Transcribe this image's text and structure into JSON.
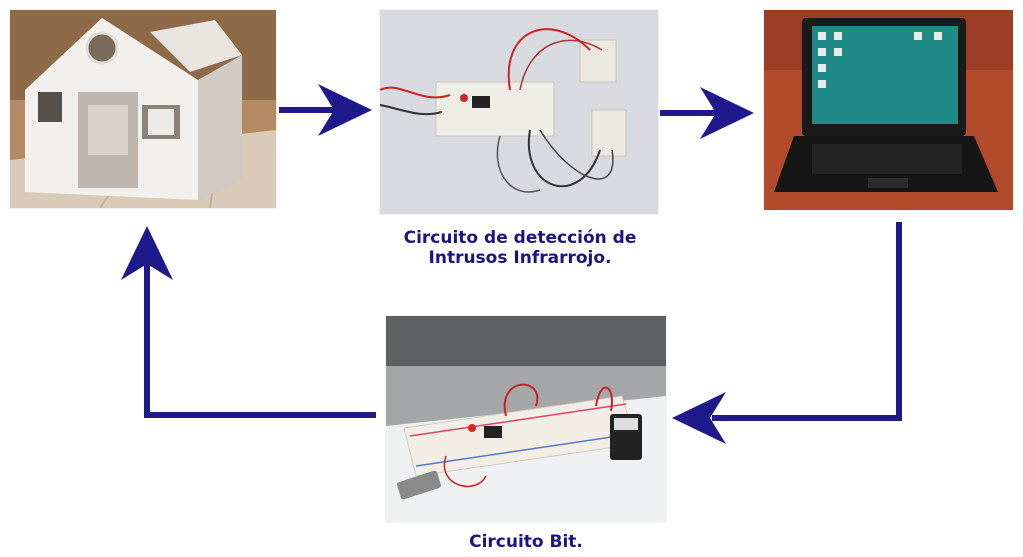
{
  "nodes": [
    {
      "id": "house",
      "caption": ""
    },
    {
      "id": "ir_circuit",
      "caption": [
        "Circuito de detección de",
        "Intrusos Infrarrojo."
      ]
    },
    {
      "id": "laptop",
      "caption": ""
    },
    {
      "id": "bit_circuit",
      "caption": "Circuito Bit."
    }
  ],
  "edges": [
    {
      "from": "house",
      "to": "ir_circuit"
    },
    {
      "from": "ir_circuit",
      "to": "laptop"
    },
    {
      "from": "laptop",
      "to": "bit_circuit"
    },
    {
      "from": "bit_circuit",
      "to": "house"
    }
  ],
  "colors": {
    "arrow": "#1e1a8c",
    "caption": "#1a1485"
  }
}
